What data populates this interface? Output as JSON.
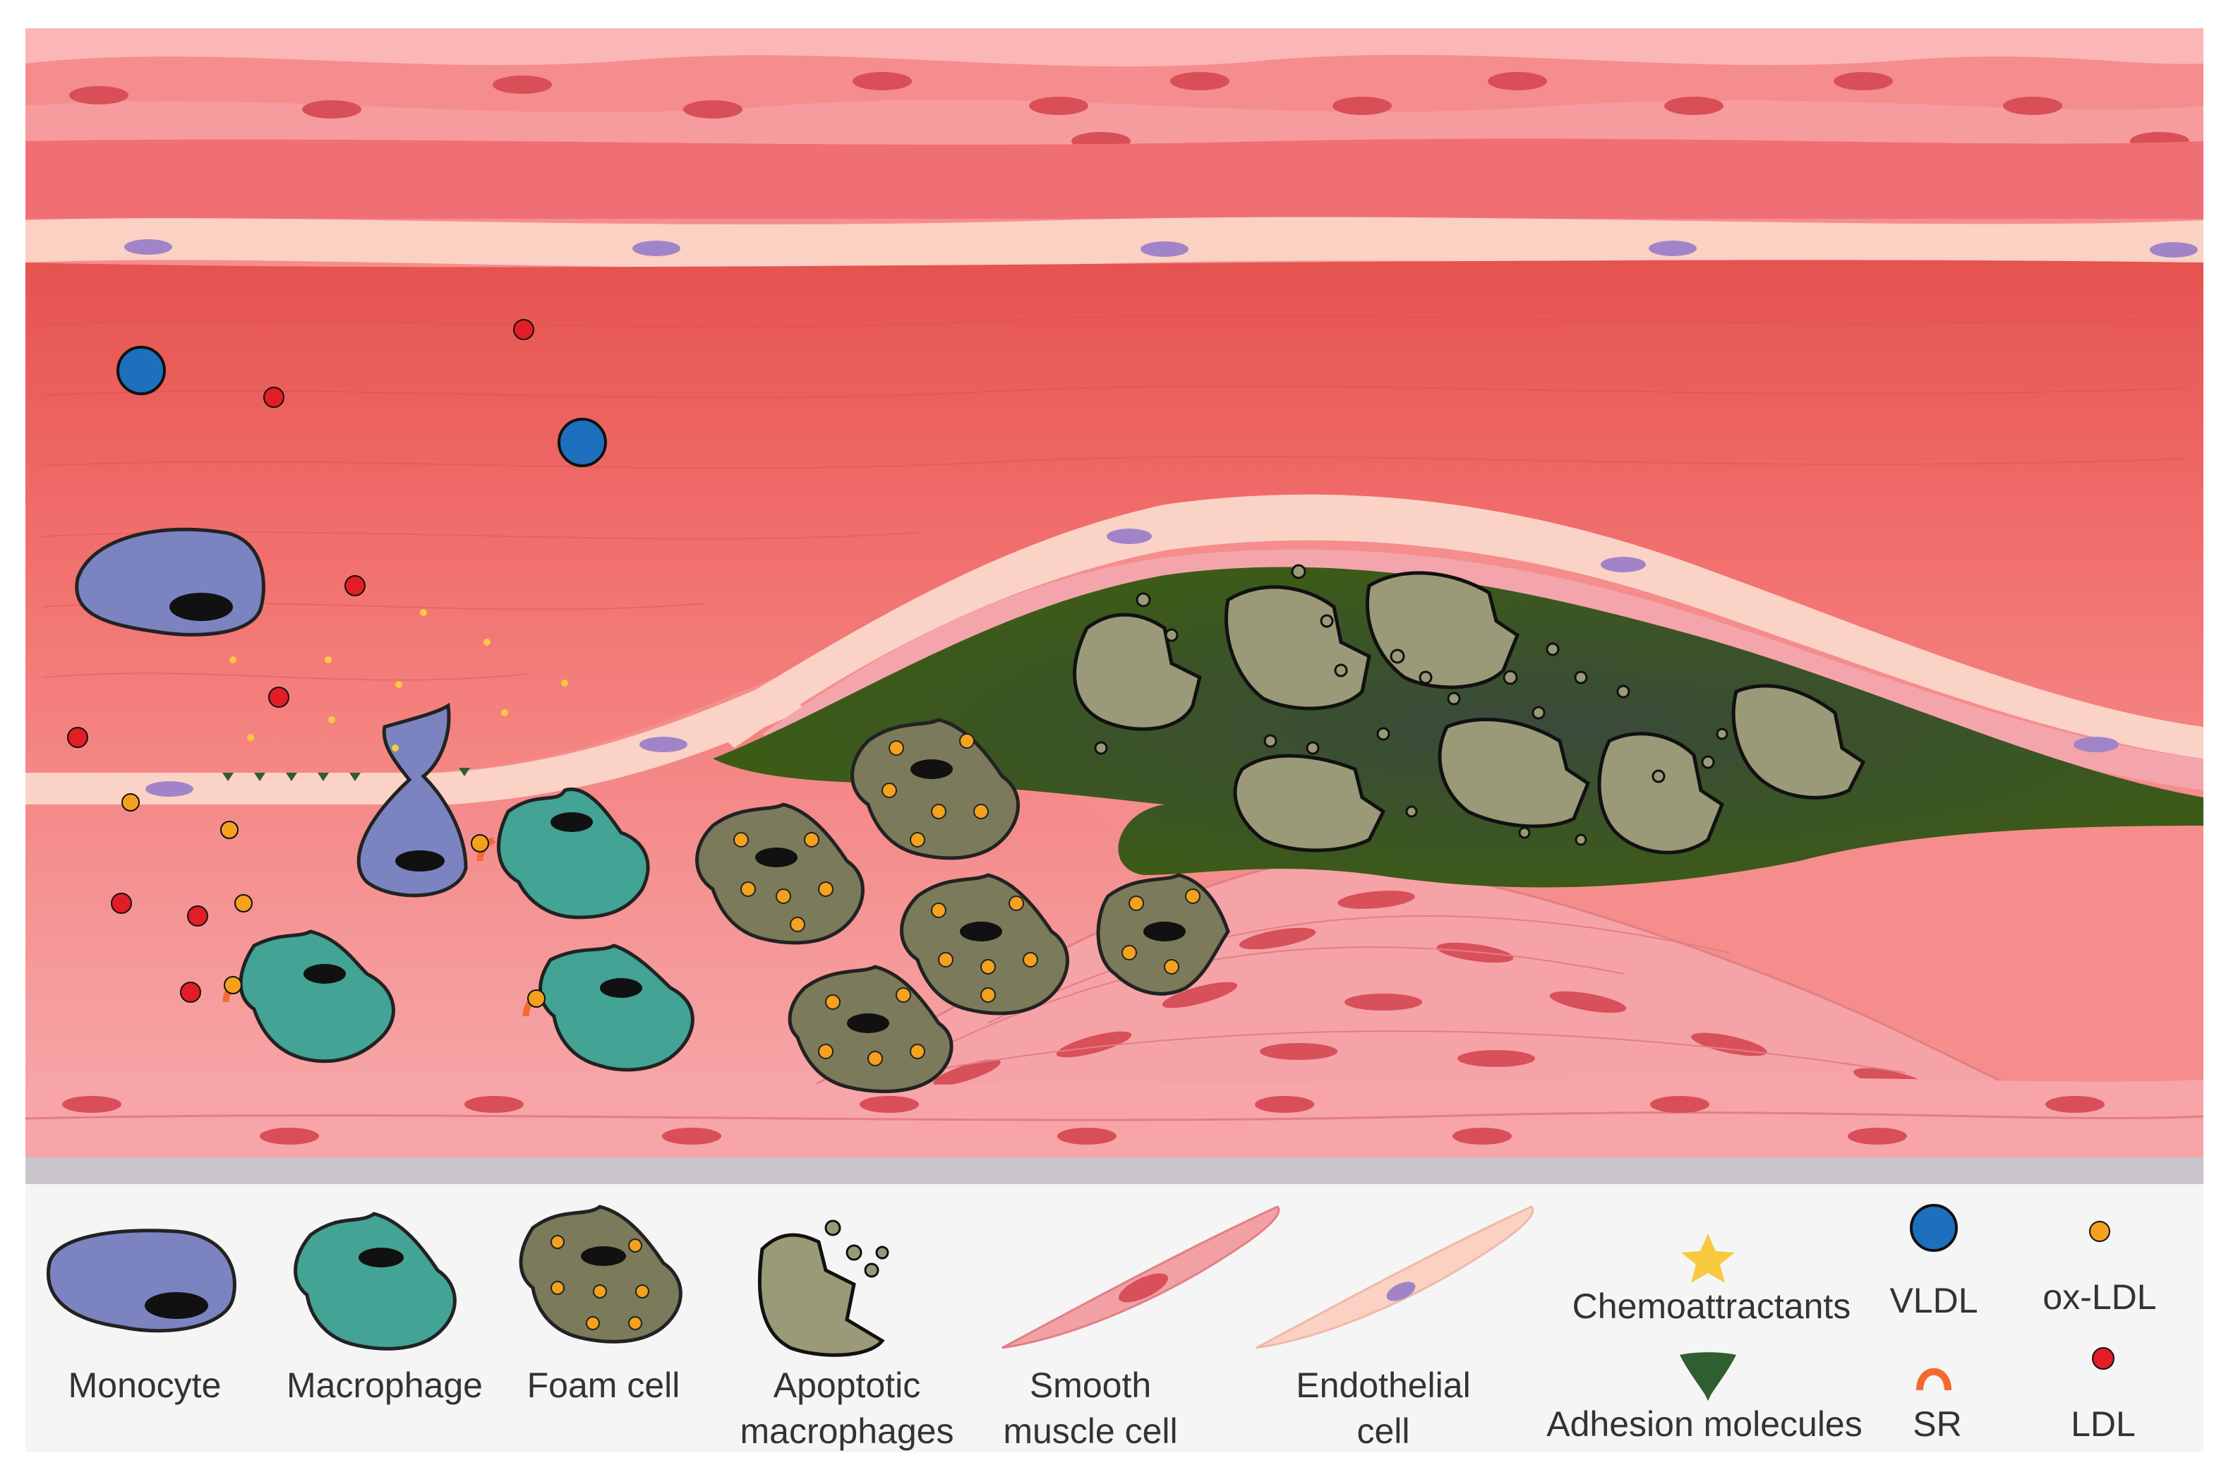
{
  "legend": {
    "monocyte": "Monocyte",
    "macrophage": "Macrophage",
    "foam_cell": "Foam cell",
    "apoptotic_line1": "Apoptotic",
    "apoptotic_line2": "macrophages",
    "smooth_line1": "Smooth",
    "smooth_line2": "muscle cell",
    "endothelial_line1": "Endothelial",
    "endothelial_line2": "cell",
    "chemoattractants": "Chemoattractants",
    "adhesion_molecules": "Adhesion molecules",
    "vldl": "VLDL",
    "sr": "SR",
    "ox_ldl": "ox-LDL",
    "ldl": "LDL"
  },
  "colors": {
    "outer_wall": "#f7a3a6",
    "lumen": "#f06a68",
    "endothelium": "#fbd3c6",
    "monocyte": "#7b84c0",
    "macrophage": "#43a394",
    "foam_cell": "#7b7a5a",
    "apoptotic": "#9a9a78",
    "necrotic_core": "#3f5b17",
    "vldl": "#1e6fbd",
    "ox_ldl": "#f4a11d",
    "ldl": "#e21d25",
    "scavenger_receptor": "#f26a2e",
    "chemoattractant": "#f9c940",
    "adhesion_molecule": "#2f5e2f"
  }
}
